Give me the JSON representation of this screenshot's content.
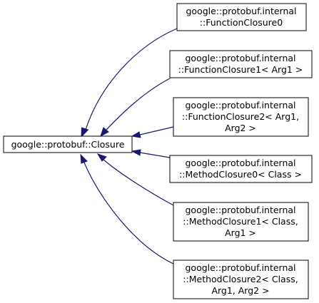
{
  "base_class": {
    "line1": "google::protobuf::Closure"
  },
  "derived_classes": [
    {
      "line1": "google::protobuf.internal",
      "line2": "::FunctionClosure0",
      "line3": ""
    },
    {
      "line1": "google::protobuf.internal",
      "line2": "::FunctionClosure1< Arg1 >",
      "line3": ""
    },
    {
      "line1": "google::protobuf.internal",
      "line2": "::FunctionClosure2< Arg1,",
      "line3": "Arg2 >"
    },
    {
      "line1": "google::protobuf.internal",
      "line2": "::MethodClosure0< Class >",
      "line3": ""
    },
    {
      "line1": "google::protobuf.internal",
      "line2": "::MethodClosure1< Class,",
      "line3": "Arg1 >"
    },
    {
      "line1": "google::protobuf.internal",
      "line2": "::MethodClosure2< Class,",
      "line3": "Arg1, Arg2 >"
    }
  ],
  "colors": {
    "edge": "#191970",
    "node_border": "#000000",
    "background": "#ffffff"
  }
}
